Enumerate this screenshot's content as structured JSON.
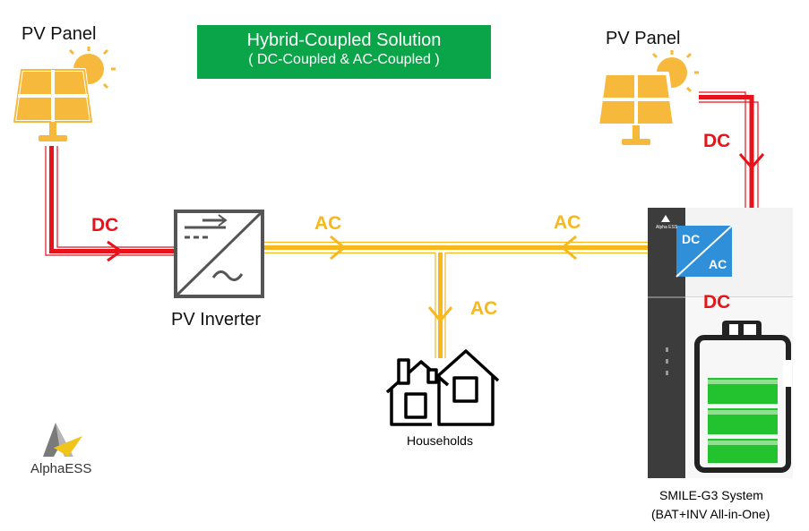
{
  "title": {
    "main": "Hybrid-Coupled Solution",
    "sub": "( DC-Coupled & AC-Coupled )"
  },
  "nodes": {
    "pv_panel_left": "PV Panel",
    "pv_panel_right": "PV Panel",
    "pv_inverter": "PV Inverter",
    "households": "Households",
    "system_line1": "SMILE-G3 System",
    "system_line2": "(BAT+INV All-in-One)"
  },
  "flow_labels": {
    "dc_left": "DC",
    "ac_inverter_out": "AC",
    "ac_system_out": "AC",
    "ac_to_households": "AC",
    "dc_from_panel": "DC",
    "dc_to_battery": "DC"
  },
  "converter": {
    "top": "DC",
    "bottom": "AC"
  },
  "brand": {
    "name": "AlphaESS",
    "device_badge": "Alpha ESS"
  },
  "colors": {
    "title_bg": "#0aa548",
    "dc_line": "#e8121a",
    "ac_line": "#f6b81d",
    "panel_fill": "#f6b93b",
    "battery_green": "#22c32e",
    "converter_blue": "#2f8fd8"
  },
  "icons": [
    "solar-panel-icon",
    "inverter-icon",
    "house-icon",
    "battery-icon",
    "alphaess-logo-icon"
  ]
}
